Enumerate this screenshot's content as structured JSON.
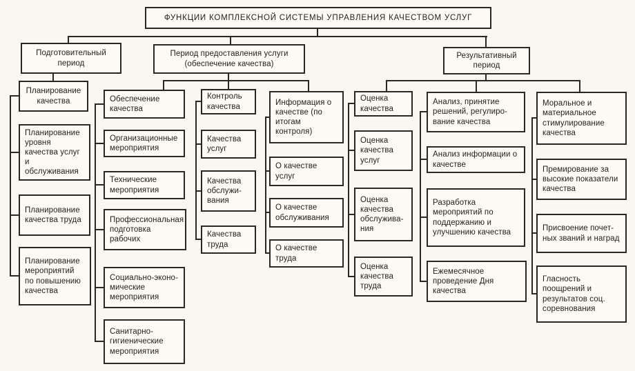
{
  "diagram": {
    "title": "ФУНКЦИИ КОМПЛЕКСНОЙ СИСТЕМЫ УПРАВЛЕНИЯ КАЧЕСТВОМ УСЛУГ",
    "periods": {
      "preparatory": "Подготовительный период",
      "service_provision": "Период предоставления услуги (обеспечение качества)",
      "resultative": "Результативный период"
    },
    "groups": {
      "planning": {
        "head": "Планирование качества",
        "items": [
          "Планирование уровня качества услуг и обслуживания",
          "Планирование качества труда",
          "Планирование мероприятий по повышению качества"
        ]
      },
      "assurance": {
        "head": "Обеспечение качества",
        "items": [
          "Организационные мероприятия",
          "Технические мероприятия",
          "Профессиональная подготовка рабочих",
          "Социально-эконо­мические мероприятия",
          "Санитарно-гигиенические мероприятия"
        ]
      },
      "control": {
        "head": "Контроль качества",
        "items": [
          "Качества услуг",
          "Качества обслужи­вания",
          "Качества труда"
        ]
      },
      "information": {
        "head": "Информация о качестве (по итогам контроля)",
        "items": [
          "О качестве услуг",
          "О качестве обслуживания",
          "О качестве труда"
        ]
      },
      "evaluation": {
        "head": "Оценка качества",
        "items": [
          "Оценка качества услуг",
          "Оценка качества обслужива­ния",
          "Оценка качества труда"
        ]
      },
      "analysis": {
        "head": "Анализ, принятие решений, регулиро­вание качества",
        "items": [
          "Анализ информации о качестве",
          "Разработка мероприятий по поддержанию и улучшению качества",
          "Ежемесячное проведение Дня качества"
        ]
      },
      "stimulation": {
        "head": "Моральное и материальное стимулирование качества",
        "items": [
          "Премирование за высокие пока­затели качества",
          "Присвоение почет­ных званий и наград",
          "Гласность поощрений и результатов соц. соревнования"
        ]
      }
    }
  }
}
